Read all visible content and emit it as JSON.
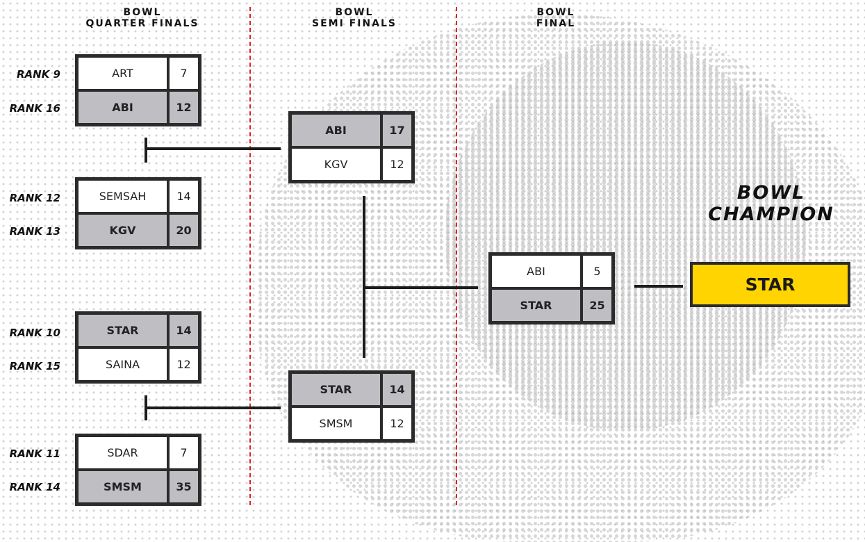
{
  "headers": {
    "quarter": [
      "BOWL",
      "QUARTER FINALS"
    ],
    "semi": [
      "BOWL",
      "SEMI FINALS"
    ],
    "final": [
      "BOWL",
      "FINAL"
    ]
  },
  "quarterfinals": [
    {
      "ranks": [
        "RANK 9",
        "RANK 16"
      ],
      "teams": [
        {
          "name": "ART",
          "score": "7",
          "winner": false
        },
        {
          "name": "ABI",
          "score": "12",
          "winner": true
        }
      ]
    },
    {
      "ranks": [
        "RANK 12",
        "RANK 13"
      ],
      "teams": [
        {
          "name": "SEMSAH",
          "score": "14",
          "winner": false
        },
        {
          "name": "KGV",
          "score": "20",
          "winner": true
        }
      ]
    },
    {
      "ranks": [
        "RANK 10",
        "RANK 15"
      ],
      "teams": [
        {
          "name": "STAR",
          "score": "14",
          "winner": true
        },
        {
          "name": "SAINA",
          "score": "12",
          "winner": false
        }
      ]
    },
    {
      "ranks": [
        "RANK 11",
        "RANK 14"
      ],
      "teams": [
        {
          "name": "SDAR",
          "score": "7",
          "winner": false
        },
        {
          "name": "SMSM",
          "score": "35",
          "winner": true
        }
      ]
    }
  ],
  "semifinals": [
    {
      "teams": [
        {
          "name": "ABI",
          "score": "17",
          "winner": true
        },
        {
          "name": "KGV",
          "score": "12",
          "winner": false
        }
      ]
    },
    {
      "teams": [
        {
          "name": "STAR",
          "score": "14",
          "winner": true
        },
        {
          "name": "SMSM",
          "score": "12",
          "winner": false
        }
      ]
    }
  ],
  "final": {
    "teams": [
      {
        "name": "ABI",
        "score": "5",
        "winner": false
      },
      {
        "name": "STAR",
        "score": "25",
        "winner": true
      }
    ]
  },
  "champion": {
    "label": [
      "BOWL",
      "CHAMPION"
    ],
    "team": "STAR",
    "color": "#ffd400"
  },
  "colors": {
    "divider": "#e02020",
    "winner_fill": "#bfbfc3",
    "box_border": "#2b2b2b"
  }
}
